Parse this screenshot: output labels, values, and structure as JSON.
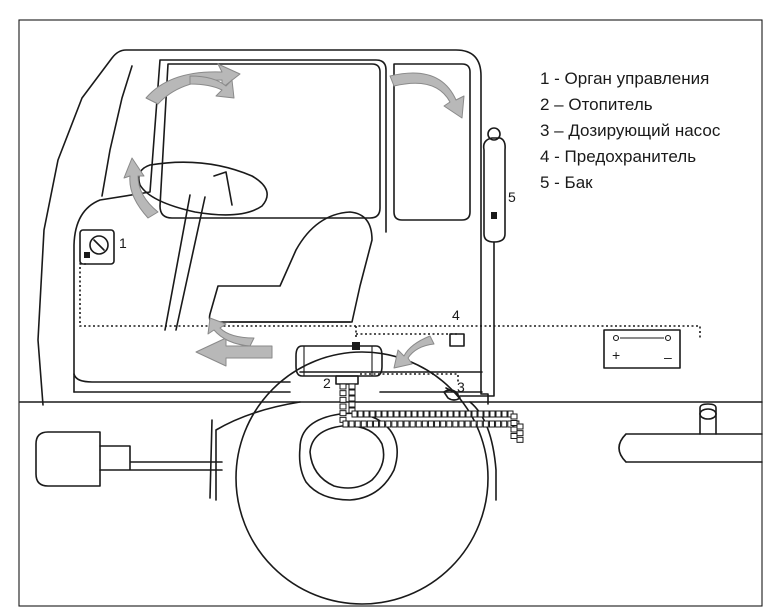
{
  "legend": [
    "1 - Орган управления",
    "2 – Отопитель",
    "3 – Дозирующий насос",
    "4 - Предохранитель",
    "5 -  Бак"
  ],
  "markers": {
    "m1": "1",
    "m2": "2",
    "m3": "3",
    "m4": "4",
    "m5": "5"
  },
  "battery": {
    "plus": "+",
    "minus": "–"
  }
}
